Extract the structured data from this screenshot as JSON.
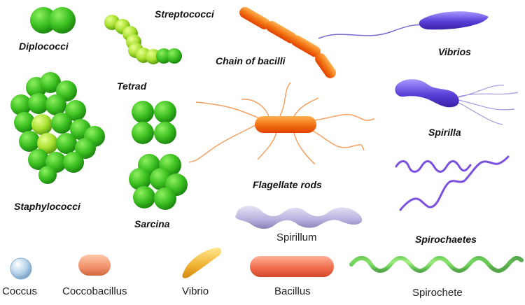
{
  "labels": {
    "diplococci": "Diplococci",
    "streptococci": "Streptococci",
    "chain_of_bacilli": "Chain of bacilli",
    "vibrios": "Vibrios",
    "tetrad": "Tetrad",
    "staphylococci": "Staphylococci",
    "sarcina": "Sarcina",
    "flagellate_rods": "Flagellate rods",
    "spirilla": "Spirilla",
    "spirillum": "Spirillum",
    "spirochaetes": "Spirochaetes",
    "coccus": "Coccus",
    "coccobacillus": "Coccobacillus",
    "vibrio": "Vibrio",
    "bacillus": "Bacillus",
    "spirochete": "Spirochete"
  },
  "colors": {
    "cocci_green": "#3cc020",
    "bacilli_orange": "#f07010",
    "vibrio_purple": "#5a3fd8",
    "spirillum_lavender": "#b8b0dc",
    "coccus_blue": "#b8d4ec",
    "coccobacillus_salmon": "#f0906a",
    "vibrio_yellow": "#f0b030",
    "bacillus_red": "#f06a48",
    "spirochete_green": "#7cc08a"
  }
}
